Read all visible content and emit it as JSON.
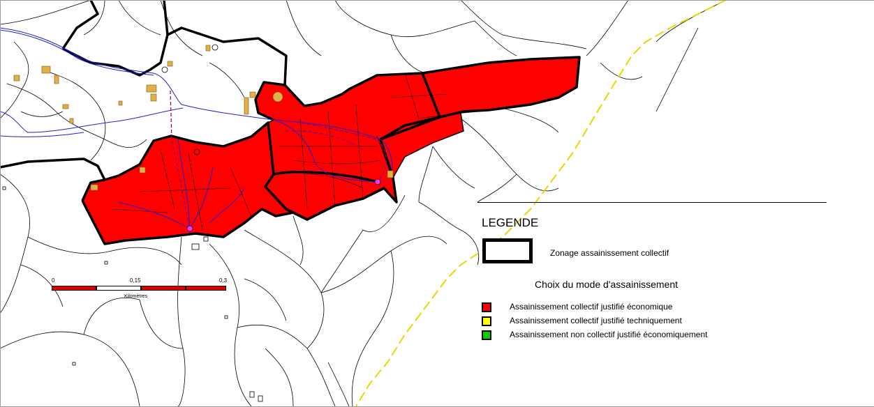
{
  "colors": {
    "collectif_eco": "#ff0000",
    "collectif_tech": "#ffff00",
    "non_collectif": "#00cc00",
    "roads": "#0000ff",
    "buildings": "#e2b04a",
    "boundary": "#ffdd00"
  },
  "legend": {
    "title": "LEGENDE",
    "zonage": "Zonage assainissement collectif",
    "subtitle": "Choix du mode d'assainissement",
    "items": [
      {
        "label": "Assainissement collectif justifié économique",
        "color": "#ff0000"
      },
      {
        "label": "Assainissement collectif justifié techniquement",
        "color": "#ffff00"
      },
      {
        "label": "Assainissement non collectif justifié économiquement",
        "color": "#00cc00"
      }
    ]
  },
  "scale": {
    "ticks": [
      "0",
      "0,15",
      "0,3"
    ],
    "unit": "Kilomètres"
  }
}
